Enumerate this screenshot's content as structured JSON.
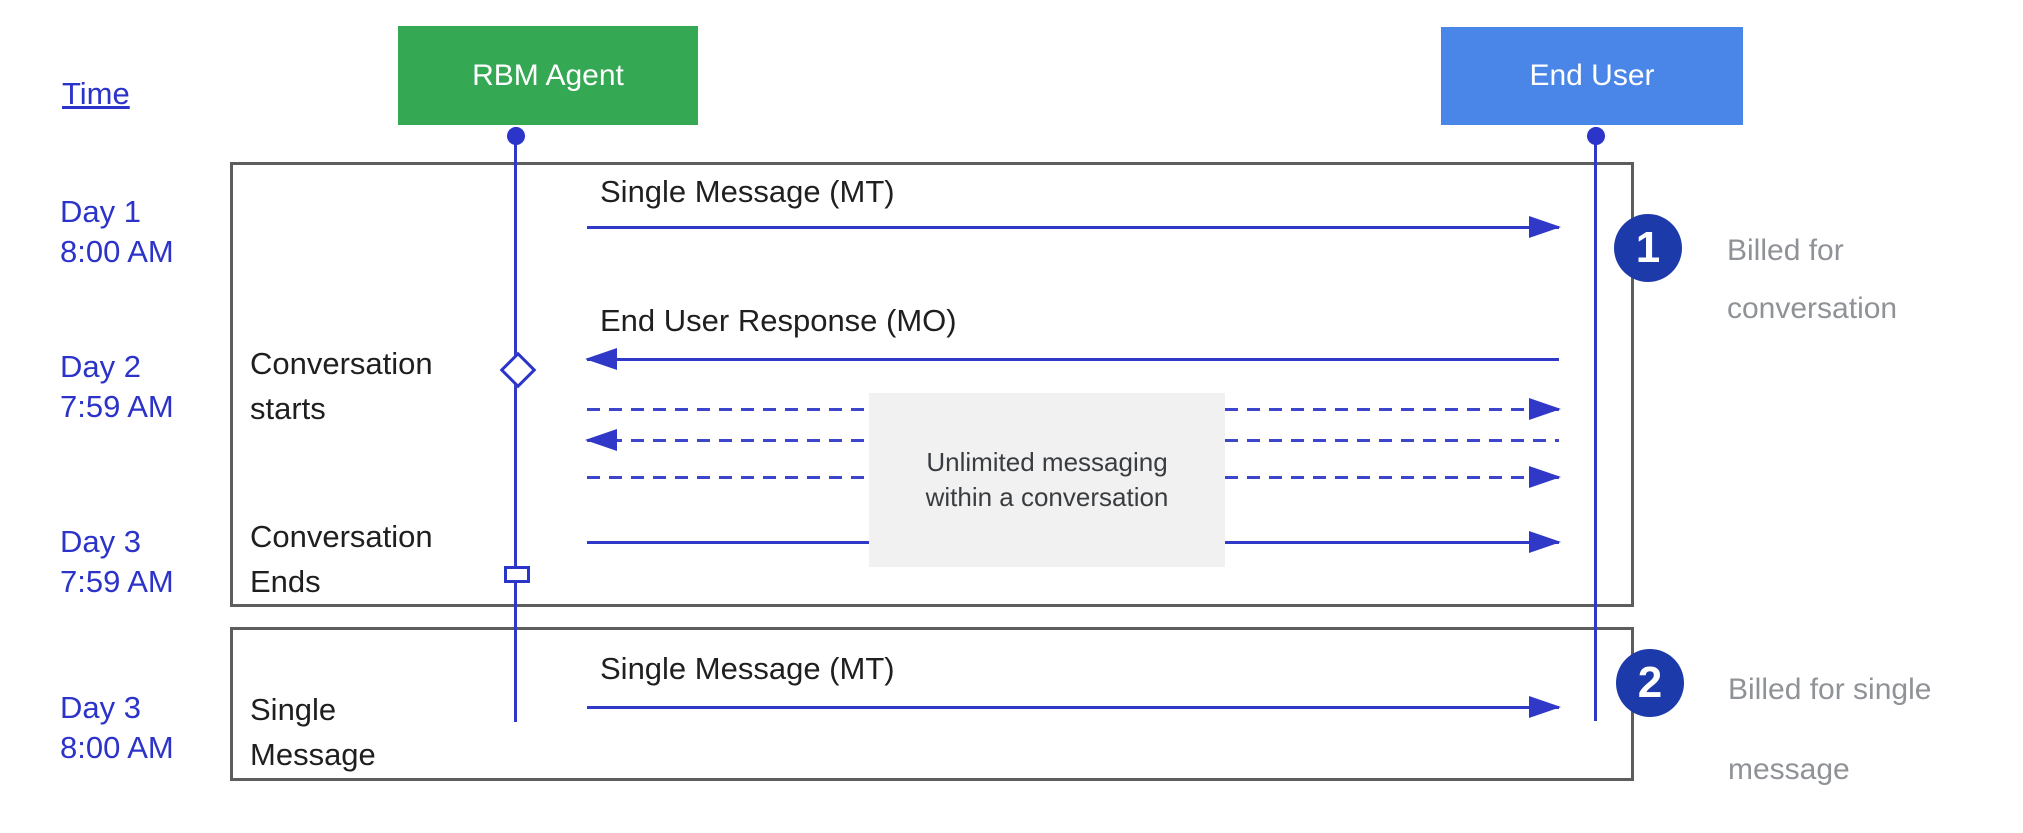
{
  "colors": {
    "agent_box": "#34a853",
    "user_box": "#4a86e8",
    "line_blue": "#3038c8",
    "badge_blue": "#1c3aa9",
    "frame_gray": "#5d5d5d",
    "note_gray": "#f1f1f1",
    "billed_text_gray": "#8f9296",
    "time_text_blue": "#2b33c8"
  },
  "actors": {
    "agent": {
      "label": "RBM Agent"
    },
    "user": {
      "label": "End User"
    }
  },
  "timeline": {
    "title": "Time",
    "entries": [
      "Day 1\n8:00 AM",
      "Day 2\n7:59 AM",
      "Day 3\n7:59 AM",
      "Day 3\n8:00 AM"
    ]
  },
  "annotations": {
    "starts": "Conversation\nstarts",
    "ends": "Conversation\nEnds",
    "single": "Single\nMessage"
  },
  "messages": [
    {
      "label": "Single Message (MT)",
      "direction": "right",
      "style": "solid"
    },
    {
      "label": "End User Response (MO)",
      "direction": "left",
      "style": "solid"
    },
    {
      "label": "",
      "direction": "right",
      "style": "dashed"
    },
    {
      "label": "",
      "direction": "left",
      "style": "dashed"
    },
    {
      "label": "",
      "direction": "right",
      "style": "dashed"
    },
    {
      "label": "",
      "direction": "right",
      "style": "solid"
    },
    {
      "label": "Single Message (MT)",
      "direction": "right",
      "style": "solid"
    }
  ],
  "note": "Unlimited messaging\nwithin a conversation",
  "badges": {
    "one": {
      "number": "1",
      "caption": "Billed for\nconversation"
    },
    "two": {
      "number": "2",
      "caption": "Billed for single\nmessage"
    }
  }
}
